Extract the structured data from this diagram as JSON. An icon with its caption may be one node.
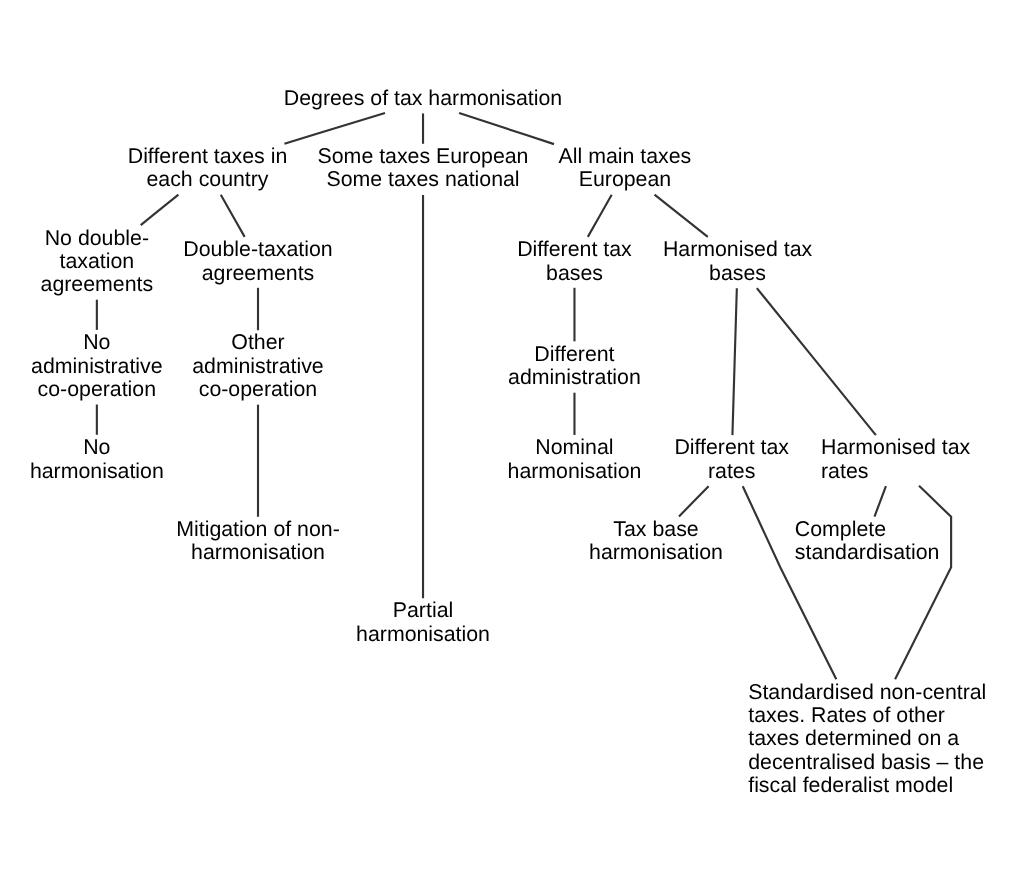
{
  "diagram": {
    "nodes": [
      {
        "text": [
          "Degrees of tax harmonisation"
        ]
      },
      {
        "text": [
          "Different taxes in each country"
        ]
      },
      {
        "text": [
          "Some taxes European Some taxes national"
        ]
      },
      {
        "text": [
          "All main taxes European"
        ]
      },
      {
        "text": [
          "No double-taxation agreements"
        ]
      },
      {
        "text": [
          "Double-taxation agreements"
        ]
      },
      {
        "text": [
          "No administrative co-operation"
        ]
      },
      {
        "text": [
          "Other administrative co-operation"
        ]
      },
      {
        "text": [
          "No harmonisation"
        ]
      },
      {
        "text": [
          "Mitigation of non-harmonisation"
        ]
      },
      {
        "text": [
          "Partial harmonisation"
        ]
      },
      {
        "text": [
          "Different tax bases"
        ]
      },
      {
        "text": [
          "Harmonised tax bases"
        ]
      },
      {
        "text": [
          "Different administration"
        ]
      },
      {
        "text": [
          "Nominal harmonisation"
        ]
      },
      {
        "text": [
          "Different tax rates"
        ]
      },
      {
        "text": [
          "Harmonised tax rates"
        ]
      },
      {
        "text": [
          "Tax base harmonisation"
        ]
      },
      {
        "text": [
          "Complete standardisation"
        ]
      },
      {
        "text": [
          "Standardised non-central taxes. Rates of other taxes determined on a decentralised basis – the fiscal federalist model"
        ]
      }
    ],
    "edges": [
      {
        "from": 0,
        "to": 1,
        "arrow": "none"
      },
      {
        "from": 0,
        "to": 2,
        "arrow": "none"
      },
      {
        "from": 0,
        "to": 3,
        "arrow": "none"
      },
      {
        "from": 1,
        "to": 4,
        "arrow": "none"
      },
      {
        "from": 1,
        "to": 5,
        "arrow": "none"
      },
      {
        "from": 4,
        "to": 6,
        "arrow": "none"
      },
      {
        "from": 6,
        "to": 8,
        "arrow": "none"
      },
      {
        "from": 5,
        "to": 7,
        "arrow": "none"
      },
      {
        "from": 7,
        "to": 9,
        "arrow": "none"
      },
      {
        "from": 2,
        "to": 10,
        "arrow": "none"
      },
      {
        "from": 3,
        "to": 11,
        "arrow": "none"
      },
      {
        "from": 3,
        "to": 12,
        "arrow": "none"
      },
      {
        "from": 11,
        "to": 13,
        "arrow": "none"
      },
      {
        "from": 13,
        "to": 14,
        "arrow": "none"
      },
      {
        "from": 12,
        "to": 15,
        "arrow": "none"
      },
      {
        "from": 12,
        "to": 16,
        "arrow": "none"
      },
      {
        "from": 15,
        "to": 17,
        "arrow": "none"
      },
      {
        "from": 15,
        "to": 19,
        "arrow": "none"
      },
      {
        "from": 16,
        "to": 18,
        "arrow": "none"
      },
      {
        "from": 16,
        "to": 19,
        "arrow": "none"
      }
    ]
  }
}
